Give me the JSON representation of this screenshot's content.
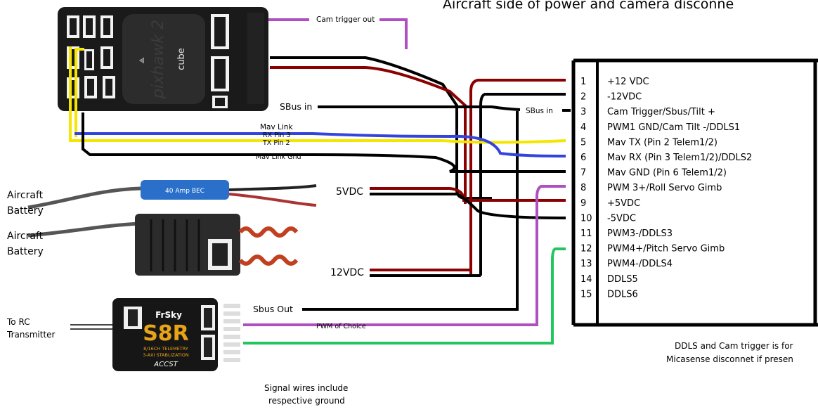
{
  "title": "Aircraft side of power and camera disconne",
  "connector": {
    "pins": [
      {
        "num": "1",
        "label": "+12 VDC"
      },
      {
        "num": "2",
        "label": "-12VDC"
      },
      {
        "num": "3",
        "label": "Cam Trigger/Sbus/Tilt +"
      },
      {
        "num": "4",
        "label": "PWM1 GND/Cam Tilt -/DDLS1"
      },
      {
        "num": "5",
        "label": "Mav TX (Pin 2 Telem1/2)"
      },
      {
        "num": "6",
        "label": "Mav RX (Pin 3 Telem1/2)/DDLS2"
      },
      {
        "num": "7",
        "label": "Mav GND (Pin 6 Telem1/2)"
      },
      {
        "num": "8",
        "label": "PWM 3+/Roll Servo Gimb"
      },
      {
        "num": "9",
        "label": "+5VDC"
      },
      {
        "num": "10",
        "label": "-5VDC"
      },
      {
        "num": "11",
        "label": "PWM3-/DDLS3"
      },
      {
        "num": "12",
        "label": "PWM4+/Pitch Servo Gimb"
      },
      {
        "num": "13",
        "label": "PWM4-/DDLS4"
      },
      {
        "num": "14",
        "label": "DDLS5"
      },
      {
        "num": "15",
        "label": "DDLS6"
      }
    ]
  },
  "labels": {
    "cam_trigger_out": "Cam trigger out",
    "sbus_in_left": "SBus in",
    "sbus_in_right": "SBus in",
    "mav_link": "Mav Link",
    "rx_pin3": "RX Pin 3",
    "tx_pin2": "TX Pin 2",
    "mav_link_gnd": "Mav Link Gnd",
    "v5": "5VDC",
    "v12": "12VDC",
    "sbus_out": "Sbus Out",
    "pwm_choice": "PWM of Choice",
    "battery1_l1": "Aircraft",
    "battery1_l2": "Battery",
    "battery2_l1": "Aircraft",
    "battery2_l2": "Battery",
    "rc_l1": "To RC",
    "rc_l2": "Transmitter",
    "note_l1": "DDLS and Cam trigger is for",
    "note_l2": "Micasense disconnet if presen",
    "signal_l1": "Signal wires include",
    "signal_l2": "respective ground"
  },
  "devices": {
    "fc_brand": "pixhawk 2",
    "fc_cube": "cube",
    "rx_brand": "FrSky",
    "rx_model": "S8R",
    "rx_sub1": "8/16CH TELEMETRY",
    "rx_sub2": "3-AXI STABLIZATION",
    "rx_accst": "ACCST",
    "esc_label": "40 Amp BEC"
  },
  "colors": {
    "power_pos": "#8b0000",
    "ground": "#000000",
    "signal_purple": "#b04fc0",
    "signal_green": "#22c55e",
    "tx_yellow": "#f5e600",
    "rx_blue": "#3344dd"
  }
}
